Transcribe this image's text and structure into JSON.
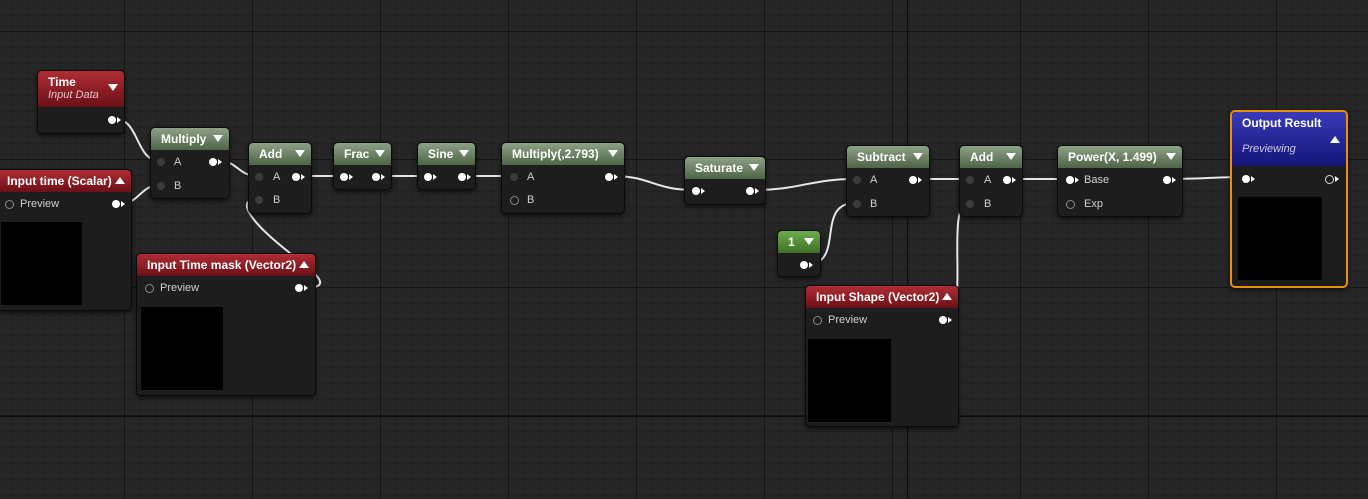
{
  "nodes": {
    "time": {
      "title": "Time",
      "subtitle": "Input Data"
    },
    "input_time": {
      "title": "Input time (Scalar)",
      "preview": "Preview"
    },
    "multiply": {
      "title": "Multiply",
      "a": "A",
      "b": "B"
    },
    "add1": {
      "title": "Add",
      "a": "A",
      "b": "B"
    },
    "input_time_mask": {
      "title": "Input Time mask (Vector2)",
      "preview": "Preview"
    },
    "frac": {
      "title": "Frac"
    },
    "sine": {
      "title": "Sine"
    },
    "multiply2": {
      "title": "Multiply(,2.793)",
      "a": "A",
      "b": "B"
    },
    "saturate": {
      "title": "Saturate"
    },
    "const1": {
      "title": "1"
    },
    "subtract": {
      "title": "Subtract",
      "a": "A",
      "b": "B"
    },
    "input_shape": {
      "title": "Input Shape (Vector2)",
      "preview": "Preview"
    },
    "add2": {
      "title": "Add",
      "a": "A",
      "b": "B"
    },
    "power": {
      "title": "Power(X, 1.499)",
      "base": "Base",
      "exp": "Exp"
    },
    "output": {
      "title": "Output Result",
      "subtitle": "Previewing"
    }
  },
  "colors": {
    "canvas": "#262626",
    "function_header": "#5c7354",
    "input_header": "#8e1c24",
    "output_header": "#24249a",
    "constant_header": "#4e8c30",
    "selection_border": "#e8900c",
    "wire": "#e6e6e6"
  }
}
